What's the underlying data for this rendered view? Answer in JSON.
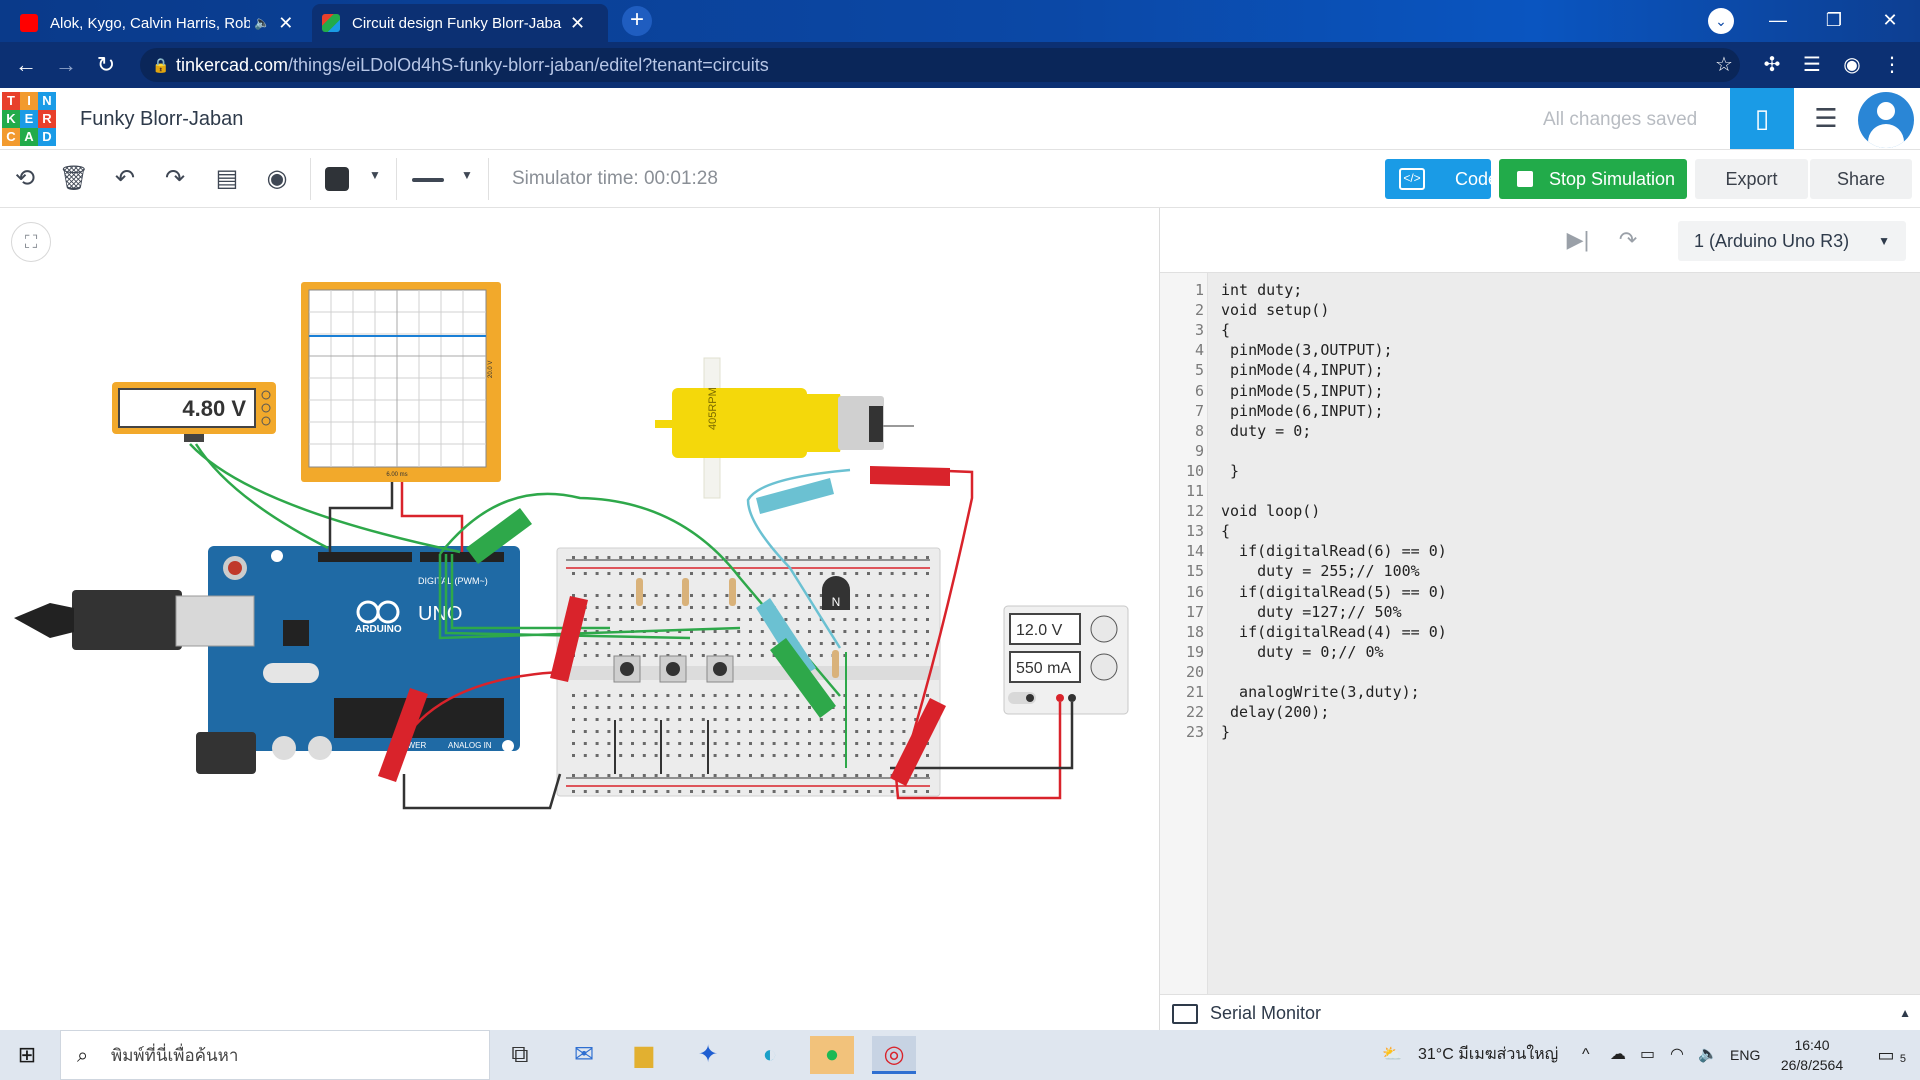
{
  "browser": {
    "tabs": [
      {
        "title": "Alok, Kygo, Calvin Harris, Rob",
        "audio_icon": "speaker-icon"
      },
      {
        "title": "Circuit design Funky Blorr-Jaban"
      }
    ],
    "new_tab": "+",
    "url_host": "tinkercad.com",
    "url_path": "/things/eiLDolOd4hS-funky-blorr-jaban/editel?tenant=circuits"
  },
  "header": {
    "logo_letters": [
      "T",
      "I",
      "N",
      "K",
      "E",
      "R",
      "C",
      "A",
      "D"
    ],
    "logo_colors": [
      "#e8402b",
      "#f29a2e",
      "#1a9be6",
      "#22ab4a",
      "#1a9be6",
      "#e8402b",
      "#f29a2e",
      "#22ab4a",
      "#1a9be6"
    ],
    "project_title": "Funky Blorr-Jaban",
    "save_status": "All changes saved"
  },
  "toolbar": {
    "simulator_time": "Simulator time: 00:01:28",
    "code_label": "Code",
    "stop_label": "Stop Simulation",
    "export_label": "Export",
    "share_label": "Share"
  },
  "canvas": {
    "multimeter_reading": "4.80 V",
    "oscilloscope_x_label": "6.00 ms",
    "oscilloscope_y_label": "20.0 V",
    "motor_label": "405RPM",
    "transistor_label": "N",
    "power_supply_voltage": "12.0 V",
    "power_supply_current": "550 mA",
    "arduino_labels": {
      "digital": "DIGITAL (PWM~)",
      "brand": "ARDUINO",
      "model": "UNO",
      "analog": "ANALOG IN",
      "power": "POWER"
    }
  },
  "code_panel": {
    "device": "1 (Arduino Uno R3)",
    "lines": [
      "int duty;",
      "void setup()",
      "{",
      " pinMode(3,OUTPUT);",
      " pinMode(4,INPUT);",
      " pinMode(5,INPUT);",
      " pinMode(6,INPUT);",
      " duty = 0;",
      "",
      " }",
      "",
      "void loop()",
      "{",
      "  if(digitalRead(6) == 0)",
      "    duty = 255;// 100%",
      "  if(digitalRead(5) == 0)",
      "    duty =127;// 50%",
      "  if(digitalRead(4) == 0)",
      "    duty = 0;// 0%",
      "",
      "  analogWrite(3,duty);",
      " delay(200);",
      "}"
    ],
    "serial_monitor": "Serial Monitor"
  },
  "taskbar": {
    "search_placeholder": "พิมพ์ที่นี่เพื่อค้นหา",
    "weather": "31°C  มีเมฆส่วนใหญ่",
    "language": "ENG",
    "time": "16:40",
    "date": "26/8/2564",
    "notification_count": "5"
  },
  "colors": {
    "tinkercad_blue": "#1a9be6",
    "stop_green": "#22ab4a",
    "wire_green": "#2ea84a",
    "wire_red": "#d9232b",
    "wire_black": "#333333",
    "arduino_blue": "#1f6aa5",
    "meter_orange": "#f2a92b",
    "motor_yellow": "#f4d80b"
  }
}
